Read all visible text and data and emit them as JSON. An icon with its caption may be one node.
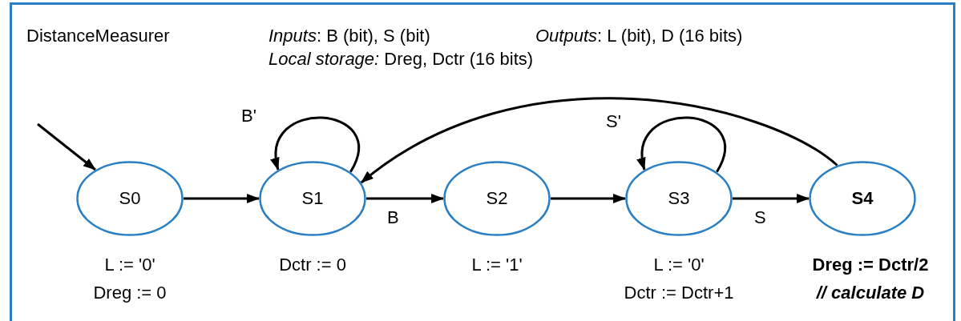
{
  "diagram": {
    "title": "DistanceMeasurer",
    "nodes": [
      {
        "text": [
          "S0"
        ],
        "beside": [
          "L := '0'",
          "Dreg := 0"
        ]
      },
      {
        "text": [
          "S1"
        ],
        "beside": [
          "Dctr := 0"
        ]
      },
      {
        "text": [
          "S2"
        ],
        "beside": [
          "L := '1'"
        ]
      },
      {
        "text": [
          "S3"
        ],
        "beside": [
          "L := '0'",
          "Dctr := Dctr+1"
        ]
      },
      {
        "text": [
          "S4"
        ],
        "beside": [
          "Dreg := Dctr/2",
          "// calculate D"
        ]
      }
    ],
    "edges": [
      {
        "from": null,
        "to": 0,
        "arrow": "to"
      },
      {
        "from": 0,
        "to": 1,
        "arrow": "to"
      },
      {
        "from": 1,
        "to": 1,
        "label": "B'",
        "arrow": "to"
      },
      {
        "from": 1,
        "to": 2,
        "label": "B",
        "arrow": "to"
      },
      {
        "from": 2,
        "to": 3,
        "arrow": "to"
      },
      {
        "from": 3,
        "to": 3,
        "label": "S'",
        "arrow": "to"
      },
      {
        "from": 3,
        "to": 4,
        "label": "S",
        "arrow": "to"
      },
      {
        "from": 4,
        "to": 1,
        "arrow": "to"
      }
    ],
    "labels": [
      "*Inputs*: B (bit), S (bit)",
      "*Outputs*: L (bit), D (16 bits)",
      "*Local storage:* Dreg, Dctr (16 bits)"
    ]
  }
}
